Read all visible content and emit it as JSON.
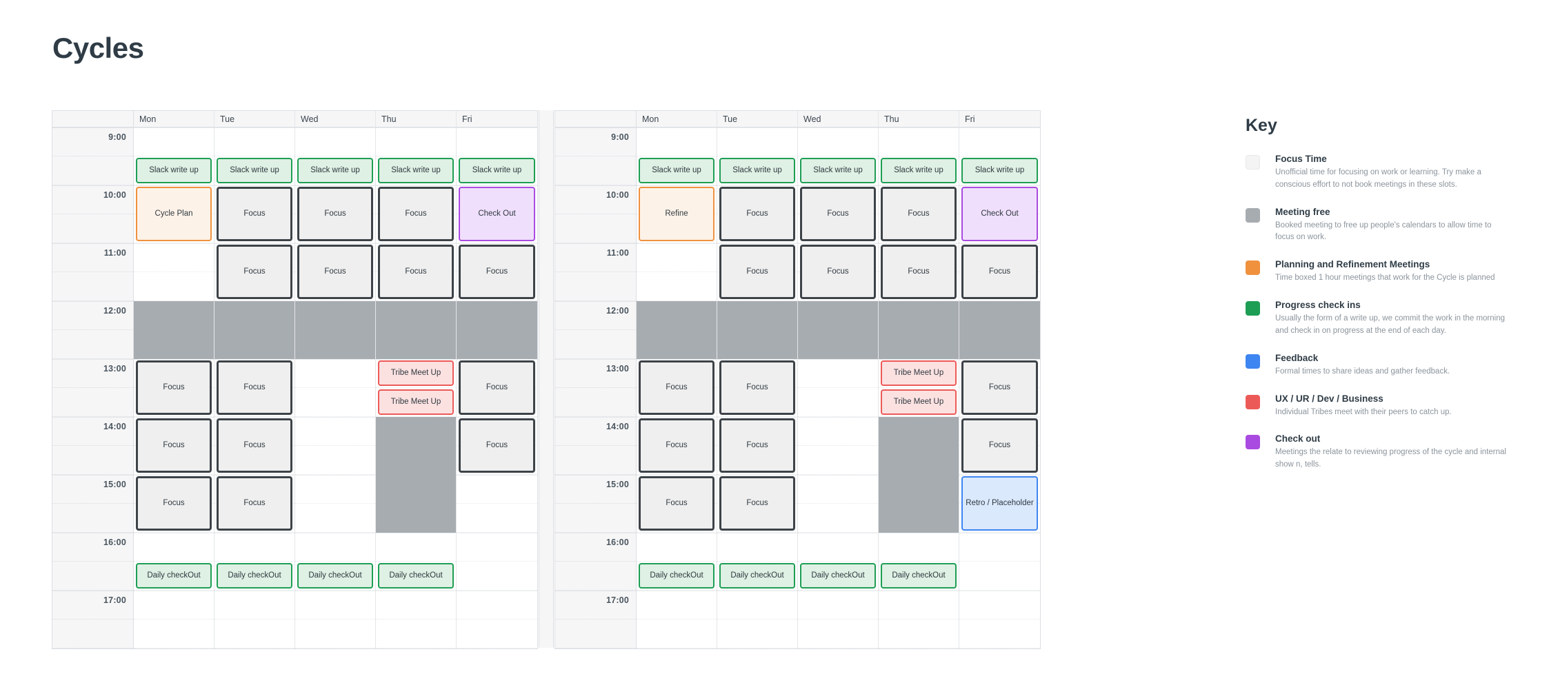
{
  "page_title": "Cycles",
  "calendar": {
    "day_headers": [
      "Mon",
      "Tue",
      "Wed",
      "Thu",
      "Fri"
    ],
    "time_labels": [
      "9:00",
      "10:00",
      "11:00",
      "12:00",
      "13:00",
      "14:00",
      "15:00",
      "16:00",
      "17:00"
    ],
    "weeks": [
      {
        "name": "week-one",
        "events": [
          {
            "day": 0,
            "slot": 1,
            "span": 1,
            "label": "Slack write up",
            "style": "green"
          },
          {
            "day": 1,
            "slot": 1,
            "span": 1,
            "label": "Slack write up",
            "style": "green"
          },
          {
            "day": 2,
            "slot": 1,
            "span": 1,
            "label": "Slack write up",
            "style": "green"
          },
          {
            "day": 3,
            "slot": 1,
            "span": 1,
            "label": "Slack write up",
            "style": "green"
          },
          {
            "day": 4,
            "slot": 1,
            "span": 1,
            "label": "Slack write up",
            "style": "green"
          },
          {
            "day": 0,
            "slot": 2,
            "span": 2,
            "label": "Cycle Plan",
            "style": "orange"
          },
          {
            "day": 1,
            "slot": 2,
            "span": 2,
            "label": "Focus",
            "style": "dark"
          },
          {
            "day": 2,
            "slot": 2,
            "span": 2,
            "label": "Focus",
            "style": "dark"
          },
          {
            "day": 3,
            "slot": 2,
            "span": 2,
            "label": "Focus",
            "style": "dark"
          },
          {
            "day": 4,
            "slot": 2,
            "span": 2,
            "label": "Check Out",
            "style": "purple"
          },
          {
            "day": 1,
            "slot": 4,
            "span": 2,
            "label": "Focus",
            "style": "dark"
          },
          {
            "day": 2,
            "slot": 4,
            "span": 2,
            "label": "Focus",
            "style": "dark"
          },
          {
            "day": 3,
            "slot": 4,
            "span": 2,
            "label": "Focus",
            "style": "dark"
          },
          {
            "day": 4,
            "slot": 4,
            "span": 2,
            "label": "Focus",
            "style": "dark"
          },
          {
            "day": 0,
            "slot": 8,
            "span": 2,
            "label": "Focus",
            "style": "dark"
          },
          {
            "day": 1,
            "slot": 8,
            "span": 2,
            "label": "Focus",
            "style": "dark"
          },
          {
            "day": 3,
            "slot": 8,
            "span": 1,
            "label": "Tribe Meet Up",
            "style": "red"
          },
          {
            "day": 3,
            "slot": 9,
            "span": 1,
            "label": "Tribe Meet Up",
            "style": "red"
          },
          {
            "day": 4,
            "slot": 8,
            "span": 2,
            "label": "Focus",
            "style": "dark"
          },
          {
            "day": 0,
            "slot": 10,
            "span": 2,
            "label": "Focus",
            "style": "dark"
          },
          {
            "day": 1,
            "slot": 10,
            "span": 2,
            "label": "Focus",
            "style": "dark"
          },
          {
            "day": 4,
            "slot": 10,
            "span": 2,
            "label": "Focus",
            "style": "dark"
          },
          {
            "day": 0,
            "slot": 12,
            "span": 2,
            "label": "Focus",
            "style": "dark"
          },
          {
            "day": 1,
            "slot": 12,
            "span": 2,
            "label": "Focus",
            "style": "dark"
          },
          {
            "day": 0,
            "slot": 15,
            "span": 1,
            "label": "Daily checkOut",
            "style": "green"
          },
          {
            "day": 1,
            "slot": 15,
            "span": 1,
            "label": "Daily checkOut",
            "style": "green"
          },
          {
            "day": 2,
            "slot": 15,
            "span": 1,
            "label": "Daily checkOut",
            "style": "green"
          },
          {
            "day": 3,
            "slot": 15,
            "span": 1,
            "label": "Daily checkOut",
            "style": "green"
          }
        ],
        "busy_blocks": [
          {
            "day": 0,
            "slot": 6,
            "span": 2
          },
          {
            "day": 1,
            "slot": 6,
            "span": 2
          },
          {
            "day": 2,
            "slot": 6,
            "span": 2
          },
          {
            "day": 3,
            "slot": 6,
            "span": 2
          },
          {
            "day": 4,
            "slot": 6,
            "span": 2
          },
          {
            "day": 3,
            "slot": 10,
            "span": 4
          }
        ]
      },
      {
        "name": "week-two",
        "events": [
          {
            "day": 0,
            "slot": 1,
            "span": 1,
            "label": "Slack write up",
            "style": "green"
          },
          {
            "day": 1,
            "slot": 1,
            "span": 1,
            "label": "Slack write up",
            "style": "green"
          },
          {
            "day": 2,
            "slot": 1,
            "span": 1,
            "label": "Slack write up",
            "style": "green"
          },
          {
            "day": 3,
            "slot": 1,
            "span": 1,
            "label": "Slack write up",
            "style": "green"
          },
          {
            "day": 4,
            "slot": 1,
            "span": 1,
            "label": "Slack write up",
            "style": "green"
          },
          {
            "day": 0,
            "slot": 2,
            "span": 2,
            "label": "Refine",
            "style": "orange"
          },
          {
            "day": 1,
            "slot": 2,
            "span": 2,
            "label": "Focus",
            "style": "dark"
          },
          {
            "day": 2,
            "slot": 2,
            "span": 2,
            "label": "Focus",
            "style": "dark"
          },
          {
            "day": 3,
            "slot": 2,
            "span": 2,
            "label": "Focus",
            "style": "dark"
          },
          {
            "day": 4,
            "slot": 2,
            "span": 2,
            "label": "Check Out",
            "style": "purple"
          },
          {
            "day": 1,
            "slot": 4,
            "span": 2,
            "label": "Focus",
            "style": "dark"
          },
          {
            "day": 2,
            "slot": 4,
            "span": 2,
            "label": "Focus",
            "style": "dark"
          },
          {
            "day": 3,
            "slot": 4,
            "span": 2,
            "label": "Focus",
            "style": "dark"
          },
          {
            "day": 4,
            "slot": 4,
            "span": 2,
            "label": "Focus",
            "style": "dark"
          },
          {
            "day": 0,
            "slot": 8,
            "span": 2,
            "label": "Focus",
            "style": "dark"
          },
          {
            "day": 1,
            "slot": 8,
            "span": 2,
            "label": "Focus",
            "style": "dark"
          },
          {
            "day": 3,
            "slot": 8,
            "span": 1,
            "label": "Tribe Meet Up",
            "style": "red"
          },
          {
            "day": 3,
            "slot": 9,
            "span": 1,
            "label": "Tribe Meet Up",
            "style": "red"
          },
          {
            "day": 4,
            "slot": 8,
            "span": 2,
            "label": "Focus",
            "style": "dark"
          },
          {
            "day": 0,
            "slot": 10,
            "span": 2,
            "label": "Focus",
            "style": "dark"
          },
          {
            "day": 1,
            "slot": 10,
            "span": 2,
            "label": "Focus",
            "style": "dark"
          },
          {
            "day": 4,
            "slot": 10,
            "span": 2,
            "label": "Focus",
            "style": "dark"
          },
          {
            "day": 0,
            "slot": 12,
            "span": 2,
            "label": "Focus",
            "style": "dark"
          },
          {
            "day": 1,
            "slot": 12,
            "span": 2,
            "label": "Focus",
            "style": "dark"
          },
          {
            "day": 4,
            "slot": 12,
            "span": 2,
            "label": "Retro / Placeholder",
            "style": "blue"
          },
          {
            "day": 0,
            "slot": 15,
            "span": 1,
            "label": "Daily checkOut",
            "style": "green"
          },
          {
            "day": 1,
            "slot": 15,
            "span": 1,
            "label": "Daily checkOut",
            "style": "green"
          },
          {
            "day": 2,
            "slot": 15,
            "span": 1,
            "label": "Daily checkOut",
            "style": "green"
          },
          {
            "day": 3,
            "slot": 15,
            "span": 1,
            "label": "Daily checkOut",
            "style": "green"
          }
        ],
        "busy_blocks": [
          {
            "day": 0,
            "slot": 6,
            "span": 2
          },
          {
            "day": 1,
            "slot": 6,
            "span": 2
          },
          {
            "day": 2,
            "slot": 6,
            "span": 2
          },
          {
            "day": 3,
            "slot": 6,
            "span": 2
          },
          {
            "day": 4,
            "slot": 6,
            "span": 2
          },
          {
            "day": 3,
            "slot": 10,
            "span": 4
          }
        ]
      }
    ]
  },
  "key": {
    "title": "Key",
    "items": [
      {
        "color": "#f4f4f5",
        "label": "Focus Time",
        "desc": "Unofficial time for focusing on work or learning. Try make a conscious effort to not book meetings in these slots."
      },
      {
        "color": "#a7acb1",
        "label": "Meeting free",
        "desc": "Booked meeting to free up people's calendars to allow time to focus on work."
      },
      {
        "color": "#f0913e",
        "label": "Planning and Refinement Meetings",
        "desc": "Time boxed 1 hour meetings that work for the Cycle is planned"
      },
      {
        "color": "#1e9e54",
        "label": "Progress check ins",
        "desc": "Usually the form of a write up, we commit the work in the morning and check in on progress at the end of each day."
      },
      {
        "color": "#3d85f0",
        "label": "Feedback",
        "desc": "Formal times to  share ideas and gather feedback."
      },
      {
        "color": "#ec5a58",
        "label": "UX / UR / Dev / Business",
        "desc": "Individual Tribes meet with their peers to catch up."
      },
      {
        "color": "#a94ae0",
        "label": "Check out",
        "desc": "Meetings the relate to reviewing progress of the cycle and internal show n, tells."
      }
    ]
  }
}
